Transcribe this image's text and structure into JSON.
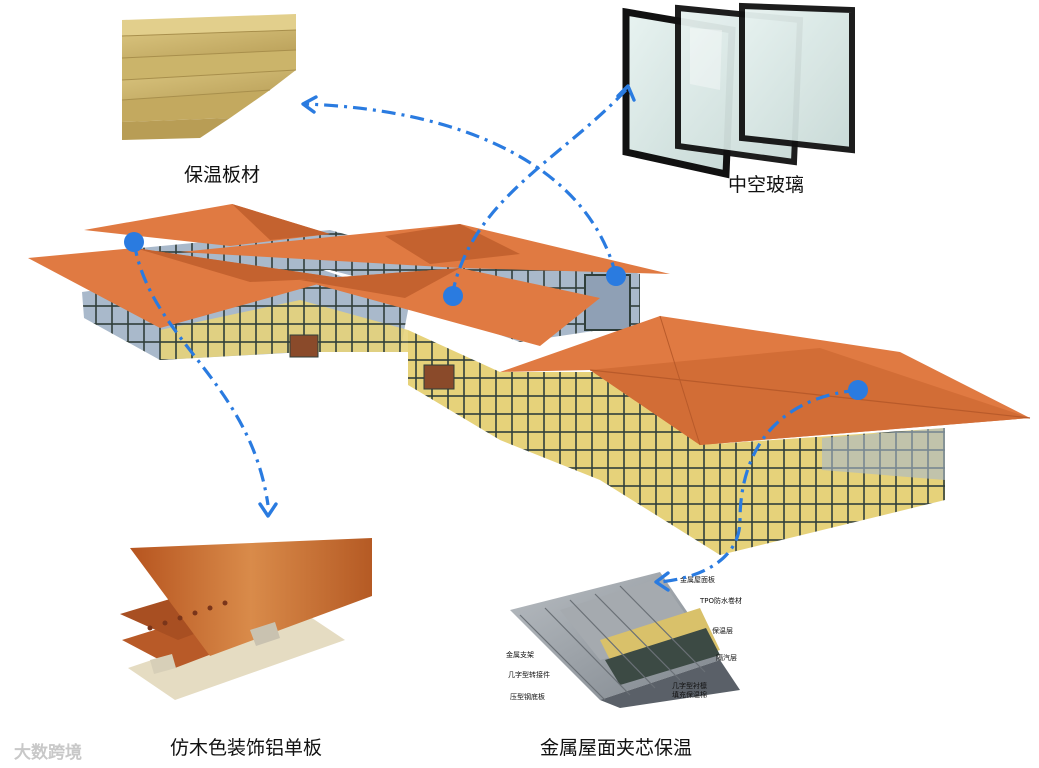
{
  "labels": {
    "insulation_board": "保温板材",
    "hollow_glass": "中空玻璃",
    "wood_aluminum_panel": "仿木色装饰铝单板",
    "metal_roof_insulation": "金属屋面夹芯保温"
  },
  "roof_section_labels": [
    "金属屋面板",
    "TPO防水卷材",
    "保温层",
    "隔汽层",
    "金属支架",
    "几字型转接件",
    "几字型衬檩",
    "填充保温棉",
    "压型钢底板"
  ],
  "watermark": "大数跨境",
  "colors": {
    "roof_orange": "#e07a42",
    "roof_shadow": "#c4622f",
    "wall_yellow": "#e9d57a",
    "glass_blue": "#9fb2c8",
    "frame_dark": "#2f3e3a",
    "arrow_blue": "#2a7be0",
    "insulation_tan": "#cdb56e",
    "wood_panel": "#c26a2e"
  }
}
